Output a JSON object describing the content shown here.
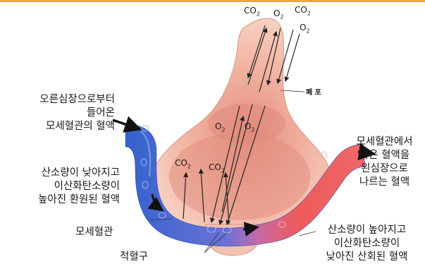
{
  "labels": {
    "inflow": "오른심장으로부터\n들어온\n모세혈관의 혈액",
    "low_o2": "산소량이 낮아지고\n이산화탄소량이\n높아진 환원된 혈액",
    "capillary": "모세혈관",
    "rbc": "적혈구",
    "outflow": "모세혈관에서\n나온 혈액을\n왼심장으로\n나르는 혈액",
    "high_o2": "산소량이 높아지고\n이산화탄소량이\n낮아진 산회된 혈액",
    "alveolus": "폐 포"
  },
  "gases": {
    "co2": "CO",
    "o2": "O",
    "sub": "2"
  },
  "colors": {
    "venous": "#3b6fd6",
    "arterial": "#ec4f4f",
    "alveolus": "#f6c4b0",
    "alveolus_inner": "#e89a88"
  }
}
